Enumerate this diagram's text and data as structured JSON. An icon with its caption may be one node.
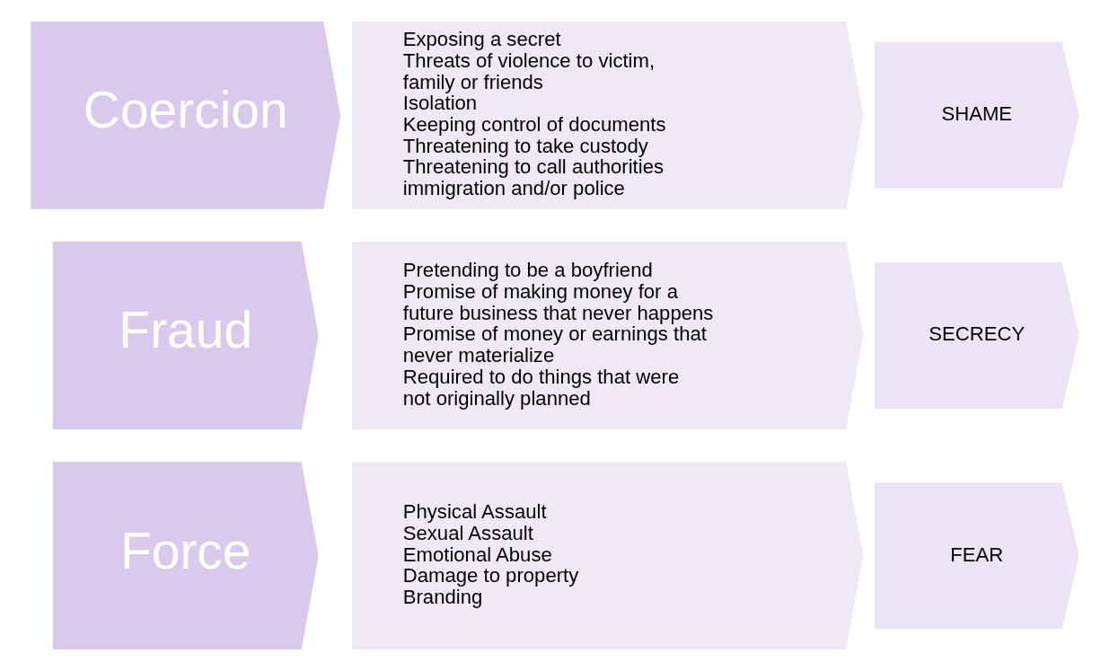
{
  "diagram": {
    "nodes": [
      {
        "text": [
          "Force"
        ]
      },
      {
        "text": [
          "Physical Assault",
          "Sexual Assault",
          "Emotional Abuse",
          "Damage to property",
          "Branding"
        ]
      },
      {
        "text": [
          "FEAR"
        ]
      },
      {
        "text": [
          "Fraud"
        ]
      },
      {
        "text": [
          "Pretending to be a boyfriend",
          "Promise of making money for a future business that never happens",
          "Promise of money or earnings that never materialize",
          "Required to do things that were not originally planned"
        ]
      },
      {
        "text": [
          "SECRECY"
        ]
      },
      {
        "text": [
          "Coercion"
        ]
      },
      {
        "text": [
          "Exposing a secret",
          "Threats of violence to victim, family or friends",
          "Isolation",
          "Keeping control of documents",
          "Threatening to take custody",
          "Threatening to call authorities immigration and/or police"
        ]
      },
      {
        "text": [
          "SHAME"
        ]
      }
    ]
  }
}
